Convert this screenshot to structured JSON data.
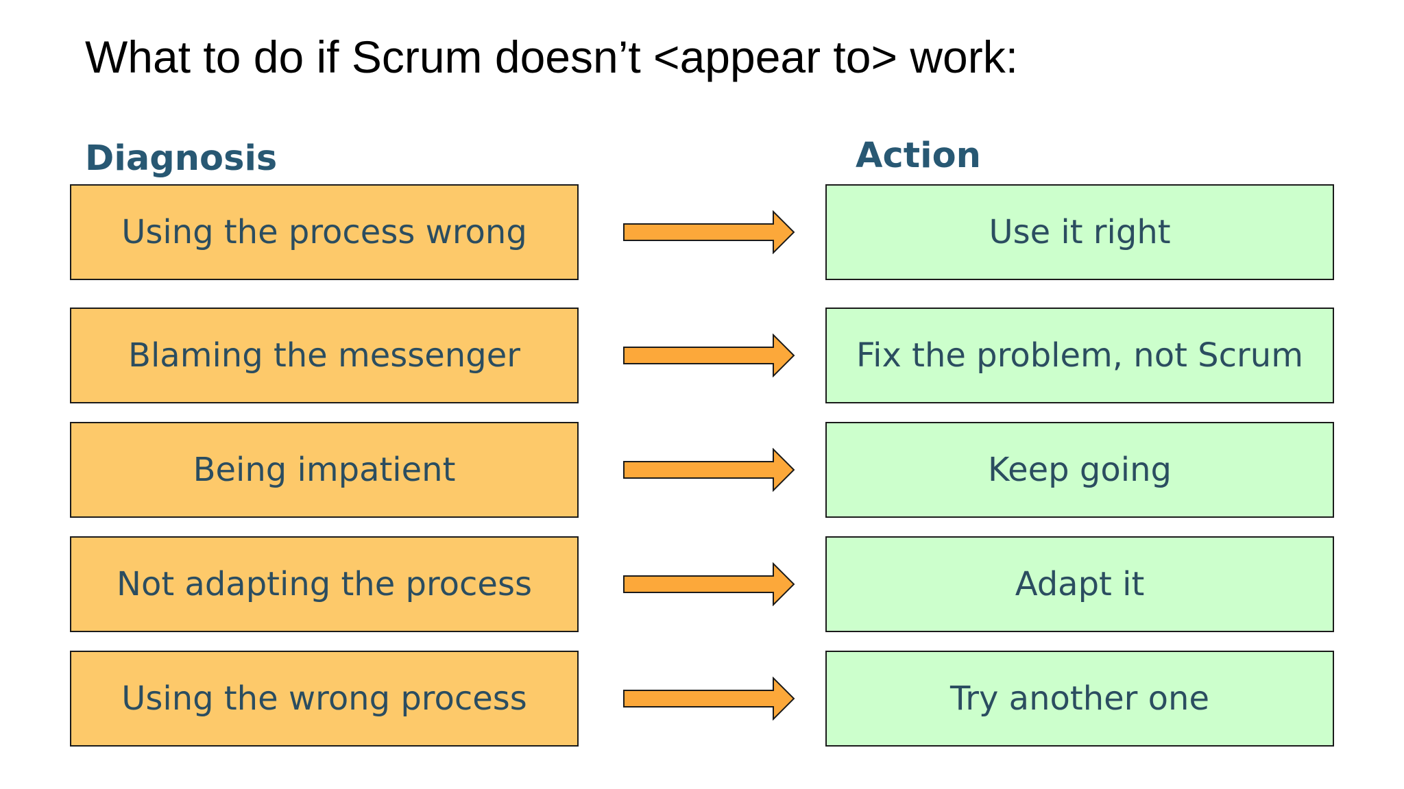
{
  "title": "What to do if Scrum doesn’t <appear to> work:",
  "headings": {
    "diagnosis": "Diagnosis",
    "action": "Action"
  },
  "rows": [
    {
      "diagnosis": "Using the process wrong",
      "action": "Use it right"
    },
    {
      "diagnosis": "Blaming the messenger",
      "action": "Fix the problem, not Scrum"
    },
    {
      "diagnosis": "Being impatient",
      "action": "Keep going"
    },
    {
      "diagnosis": "Not adapting the process",
      "action": "Adapt it"
    },
    {
      "diagnosis": "Using the wrong process",
      "action": "Try another one"
    }
  ],
  "colors": {
    "heading": "#285873",
    "box_text": "#2b4d60",
    "diagnosis_fill": "#fdc96a",
    "action_fill": "#ccffcc",
    "arrow_fill": "#fca83a",
    "border": "#1a1a1a"
  }
}
